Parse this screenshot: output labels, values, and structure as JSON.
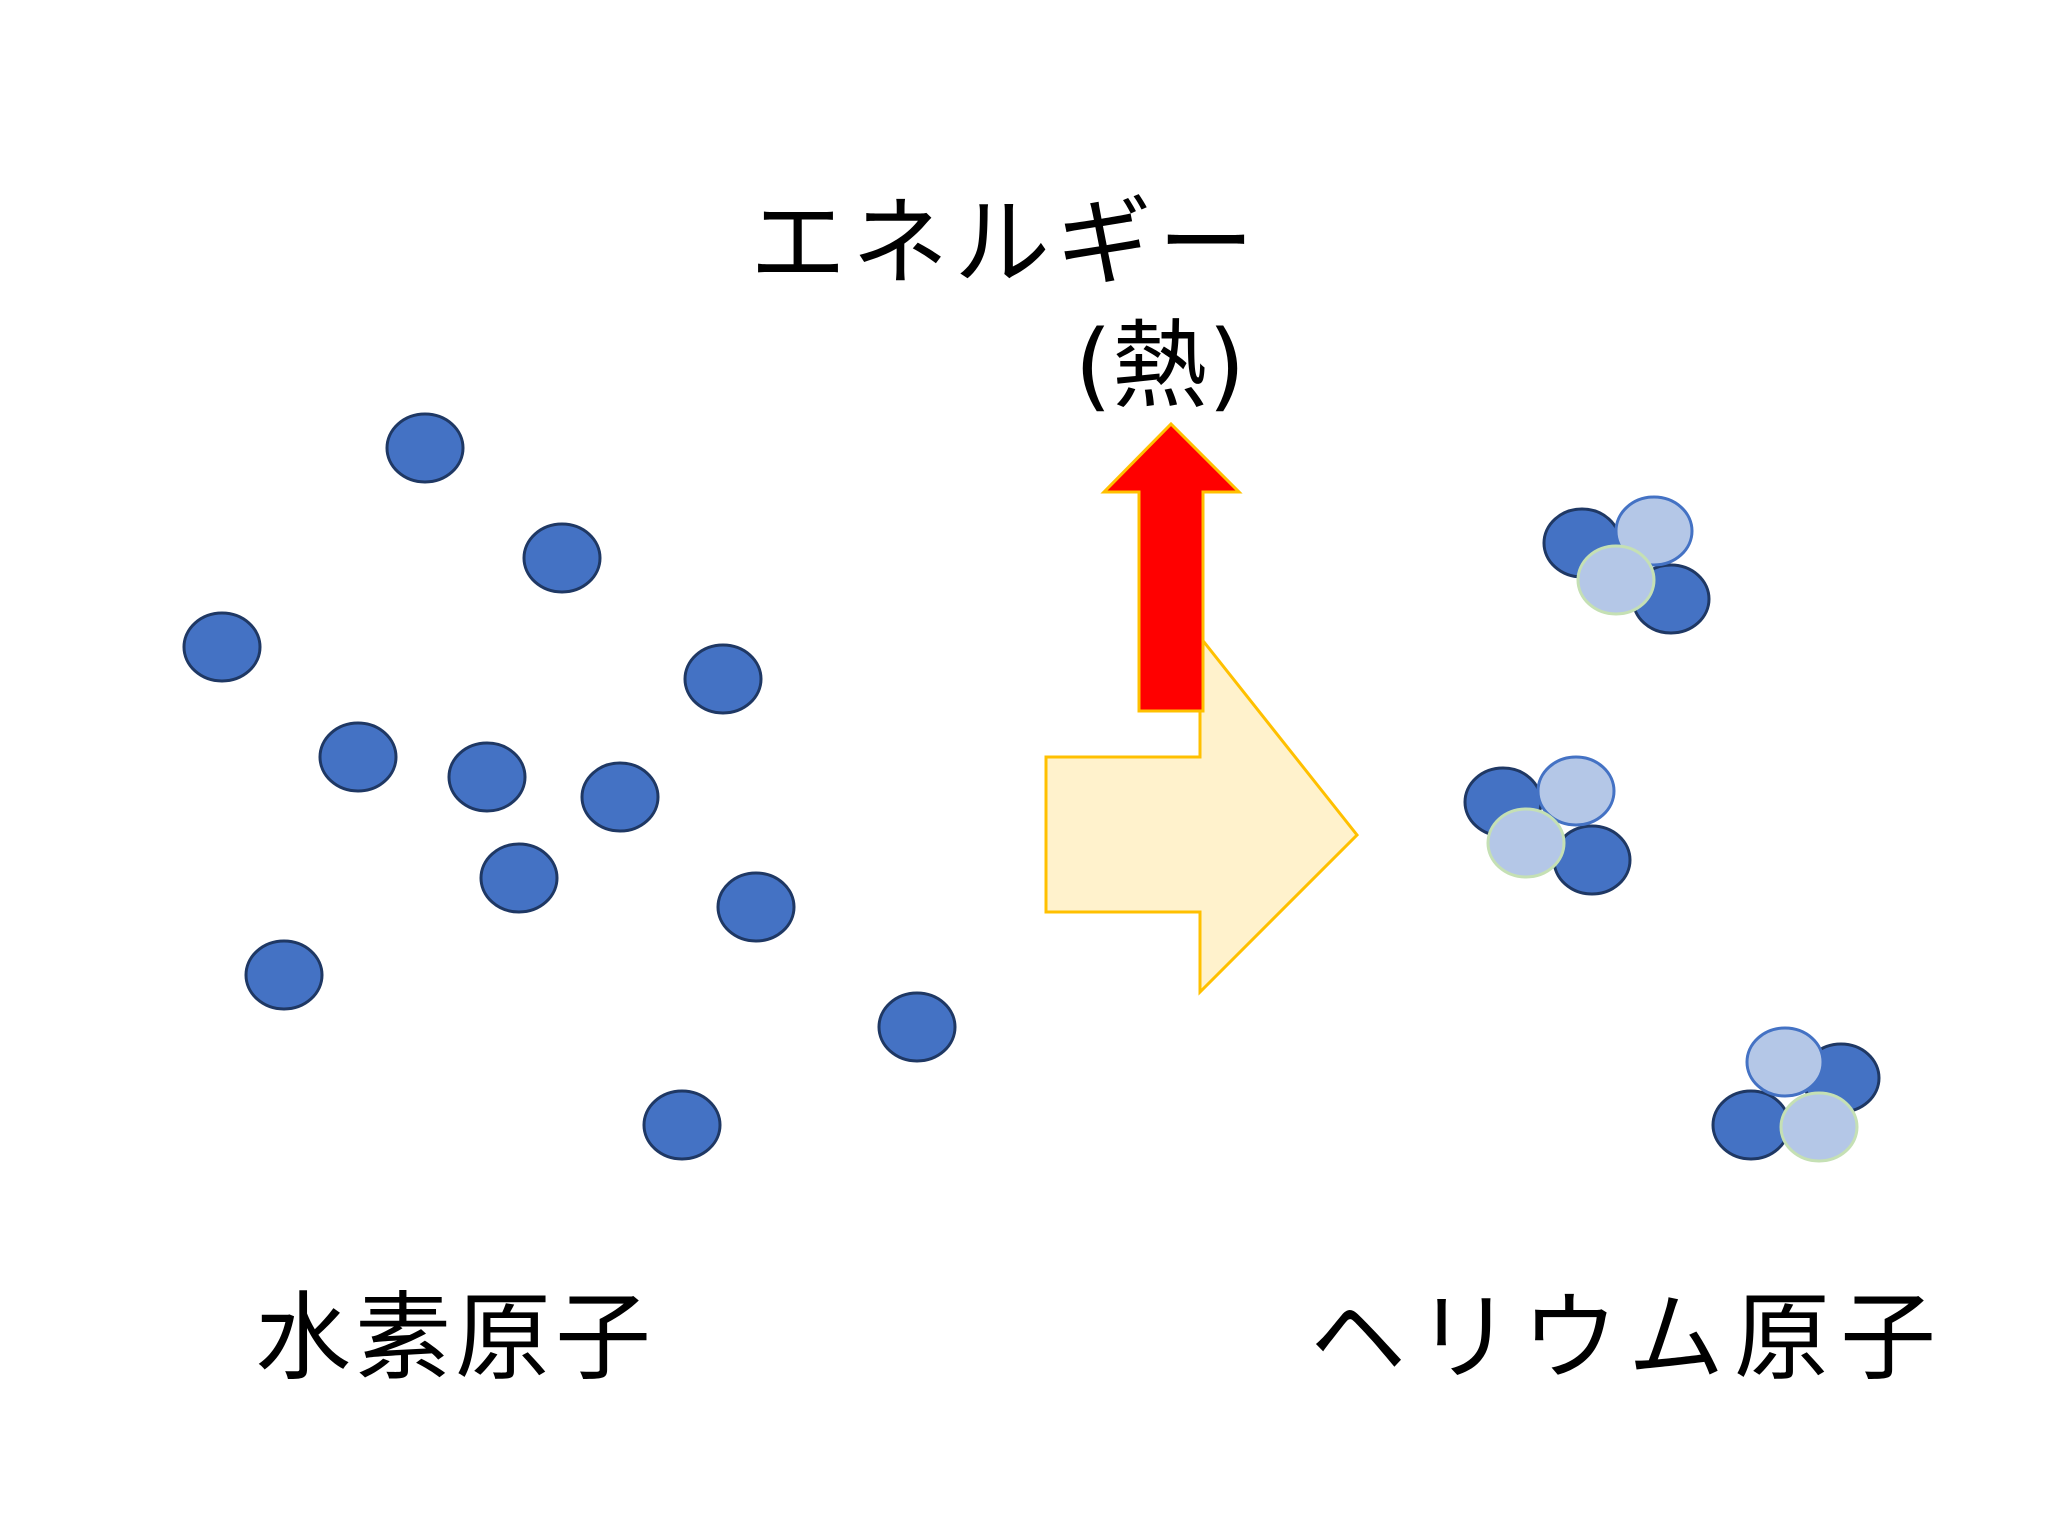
{
  "energy_label": {
    "line1": "エネルギー",
    "line2": "(熱)"
  },
  "hydrogen_label": "水素原子",
  "helium_label": "ヘリウム原子",
  "colors": {
    "hydrogen_fill": "#4472C4",
    "hydrogen_stroke": "#1F3864",
    "light_fill": "#B4C7E7",
    "light_stroke_blue": "#4472C4",
    "light_stroke_green": "#C5E0B4",
    "heat_arrow_fill": "#FF0000",
    "heat_arrow_stroke": "#FFC000",
    "reaction_arrow_fill": "#FFF2CC",
    "reaction_arrow_stroke": "#FFC000"
  }
}
